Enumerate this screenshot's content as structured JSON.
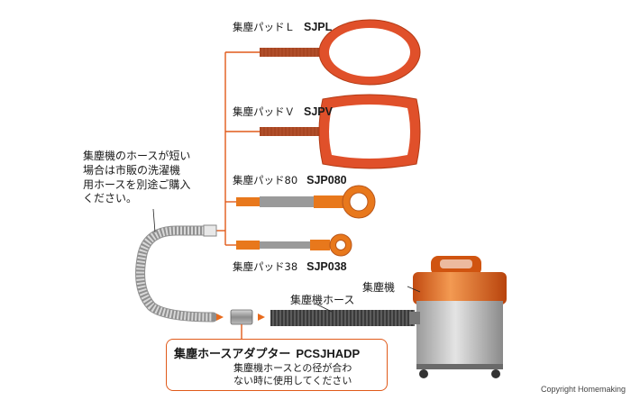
{
  "products": [
    {
      "name": "集塵パッドＬ",
      "code": "SJPL"
    },
    {
      "name": "集塵パッドＶ",
      "code": "SJPV"
    },
    {
      "name": "集塵パッド80",
      "code": "SJP080"
    },
    {
      "name": "集塵パッド38",
      "code": "SJP038"
    }
  ],
  "note": {
    "line1": "集塵機のホースが短い",
    "line2": "場合は市販の洗濯機",
    "line3": "用ホースを別途ご購入",
    "line4": "ください。"
  },
  "labels": {
    "dust_collector": "集塵機",
    "dust_collector_hose": "集塵機ホース"
  },
  "adapter": {
    "name": "集塵ホースアダプター",
    "code": "PCSJHADP",
    "desc_line1": "集塵機ホースとの径が合わ",
    "desc_line2": "ない時に使用してください"
  },
  "copyright": "Copyright Homemaking",
  "colors": {
    "orange": "#e86a1c",
    "red": "#e0502a",
    "hose_gray": "#9a9a9a",
    "connector_line": "#e05a1a"
  }
}
